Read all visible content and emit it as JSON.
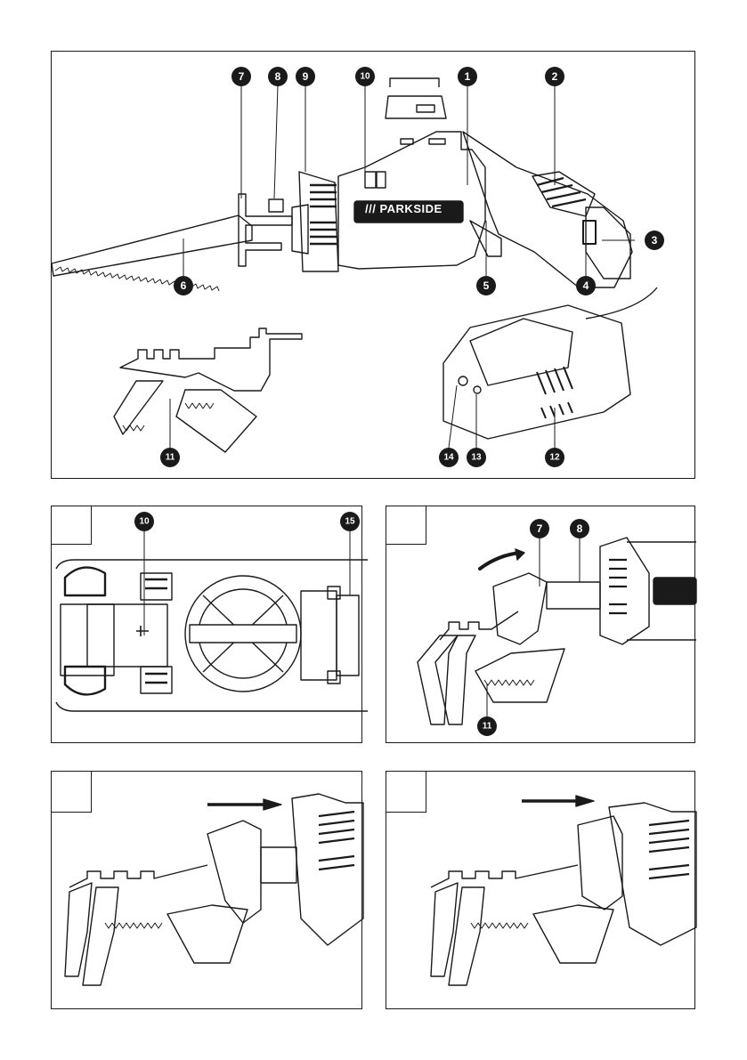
{
  "brand_label": "/// PARKSIDE",
  "callouts_main": [
    "7",
    "8",
    "9",
    "10",
    "1",
    "2",
    "3",
    "4",
    "5",
    "6",
    "11",
    "12",
    "13",
    "14"
  ],
  "callouts_top_view": [
    "10",
    "15"
  ],
  "callouts_blade_guard": [
    "7",
    "8",
    "11"
  ],
  "colors": {
    "ink": "#1a1a1a",
    "paper": "#ffffff"
  }
}
